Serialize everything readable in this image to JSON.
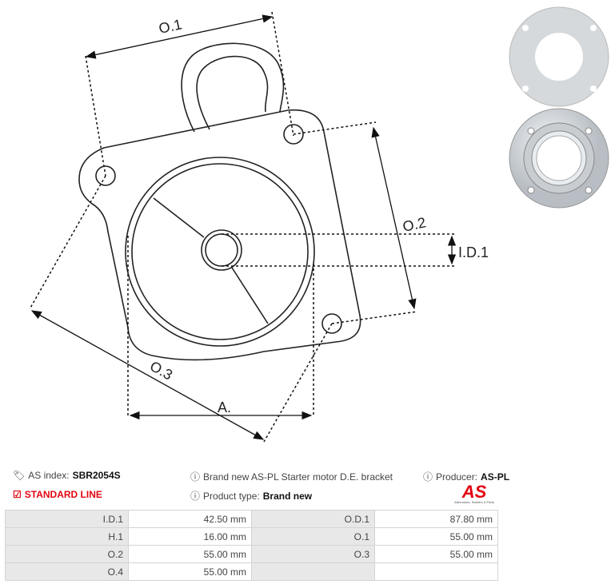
{
  "drawing": {
    "labels": {
      "o1": "O.1",
      "o2": "O.2",
      "o3": "O.3",
      "id1": "I.D.1",
      "a": "A."
    }
  },
  "info": {
    "as_index_label": "AS index:",
    "as_index_value": "SBR2054S",
    "description": "Brand new AS-PL Starter motor D.E. bracket",
    "producer_label": "Producer:",
    "producer_value": "AS-PL",
    "standard_line": "STANDARD LINE",
    "product_type_label": "Product type:",
    "product_type_value": "Brand new"
  },
  "logo": {
    "text": "AS",
    "tagline": "Alternators, Starters & Parts"
  },
  "specs": [
    [
      {
        "k": "I.D.1",
        "v": "42.50 mm"
      },
      {
        "k": "O.D.1",
        "v": "87.80 mm"
      }
    ],
    [
      {
        "k": "H.1",
        "v": "16.00 mm"
      },
      {
        "k": "O.1",
        "v": "55.00 mm"
      }
    ],
    [
      {
        "k": "O.2",
        "v": "55.00 mm"
      },
      {
        "k": "O.3",
        "v": "55.00 mm"
      }
    ],
    [
      {
        "k": "O.4",
        "v": "55.00 mm"
      },
      {
        "k": "",
        "v": ""
      }
    ]
  ],
  "colors": {
    "accent": "#e30613"
  }
}
